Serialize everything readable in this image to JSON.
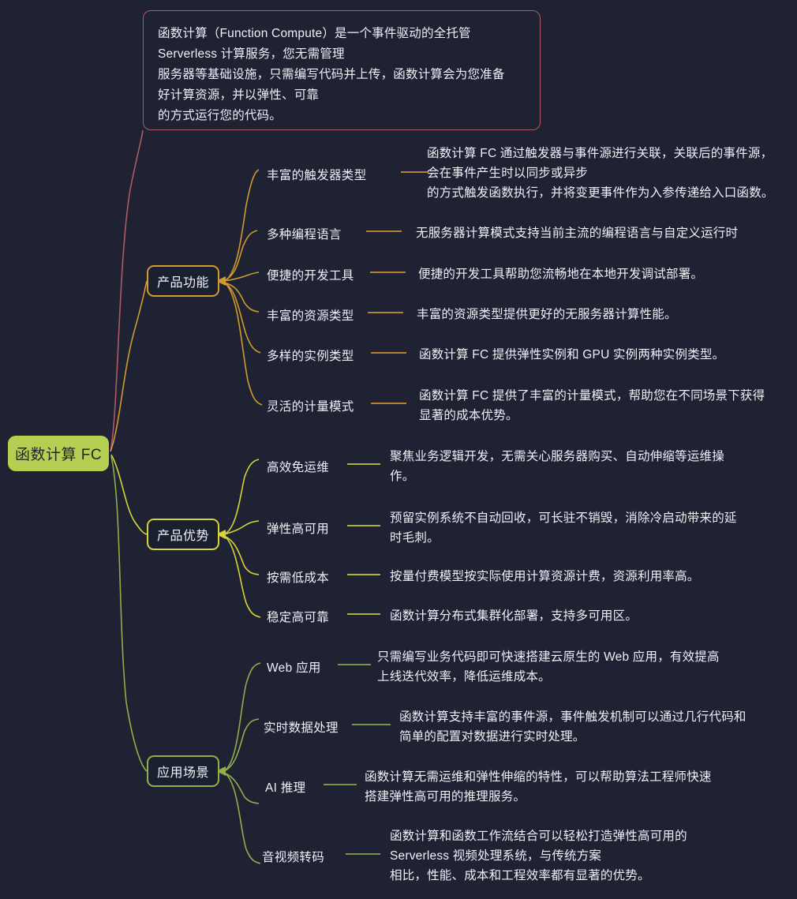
{
  "theme": {
    "background": "#1e2233",
    "text": "#eef1f6",
    "root_fill": "#b5cf53",
    "root_text": "#22262e",
    "branch_colors": [
      "#d19b2b",
      "#d8d435",
      "#93ae49"
    ],
    "description_border": "#b05a68"
  },
  "root": {
    "label": "函数计算 FC"
  },
  "description": {
    "text": "函数计算（Function Compute）是一个事件驱动的全托管\nServerless 计算服务，您无需管理\n服务器等基础设施，只需编写代码并上传，函数计算会为您准备\n好计算资源，并以弹性、可靠\n的方式运行您的代码。"
  },
  "branches": [
    {
      "label": "产品功能",
      "color": "#d19b2b",
      "leaves": [
        {
          "label": "丰富的触发器类型",
          "desc": "函数计算 FC 通过触发器与事件源进行关联，关联后的事件源，\n会在事件产生时以同步或异步\n的方式触发函数执行，并将变更事件作为入参传递给入口函数。"
        },
        {
          "label": "多种编程语言",
          "desc": "无服务器计算模式支持当前主流的编程语言与自定义运行时"
        },
        {
          "label": "便捷的开发工具",
          "desc": "便捷的开发工具帮助您流畅地在本地开发调试部署。"
        },
        {
          "label": "丰富的资源类型",
          "desc": "丰富的资源类型提供更好的无服务器计算性能。"
        },
        {
          "label": "多样的实例类型",
          "desc": "函数计算 FC 提供弹性实例和 GPU 实例两种实例类型。"
        },
        {
          "label": "灵活的计量模式",
          "desc": "函数计算 FC 提供了丰富的计量模式，帮助您在不同场景下获得\n显著的成本优势。"
        }
      ]
    },
    {
      "label": "产品优势",
      "color": "#d8d435",
      "leaves": [
        {
          "label": "高效免运维",
          "desc": "聚焦业务逻辑开发，无需关心服务器购买、自动伸缩等运维操\n作。"
        },
        {
          "label": "弹性高可用",
          "desc": "预留实例系统不自动回收，可长驻不销毁，消除冷启动带来的延\n时毛刺。"
        },
        {
          "label": "按需低成本",
          "desc": "按量付费模型按实际使用计算资源计费，资源利用率高。"
        },
        {
          "label": "稳定高可靠",
          "desc": "函数计算分布式集群化部署，支持多可用区。"
        }
      ]
    },
    {
      "label": "应用场景",
      "color": "#93ae49",
      "leaves": [
        {
          "label": "Web 应用",
          "desc": "只需编写业务代码即可快速搭建云原生的 Web 应用，有效提高\n上线迭代效率，降低运维成本。"
        },
        {
          "label": "实时数据处理",
          "desc": "函数计算支持丰富的事件源，事件触发机制可以通过几行代码和\n简单的配置对数据进行实时处理。"
        },
        {
          "label": "AI 推理",
          "desc": "函数计算无需运维和弹性伸缩的特性，可以帮助算法工程师快速\n搭建弹性高可用的推理服务。"
        },
        {
          "label": "音视频转码",
          "desc": "函数计算和函数工作流结合可以轻松打造弹性高可用的\nServerless 视频处理系统，与传统方案\n相比，性能、成本和工程效率都有显著的优势。"
        }
      ]
    }
  ]
}
